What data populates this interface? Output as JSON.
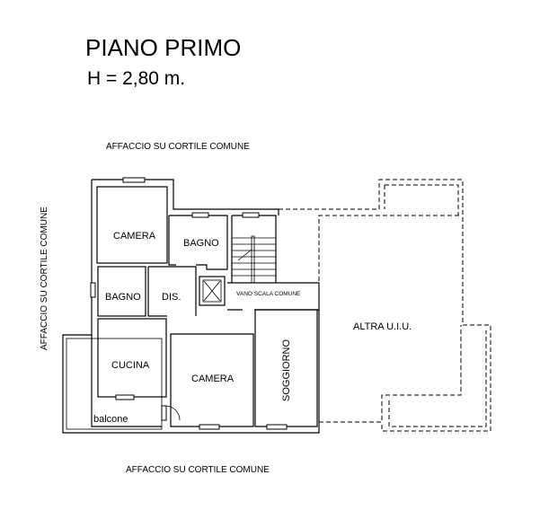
{
  "title": "PIANO PRIMO",
  "height_label": "H = 2,80 m.",
  "orientation_labels": {
    "top": "AFFACCIO SU CORTILE COMUNE",
    "left": "AFFACCIO SU CORTILE COMUNE",
    "bottom": "AFFACCIO SU CORTILE COMUNE"
  },
  "rooms": {
    "camera_top": "CAMERA",
    "bagno_top": "BAGNO",
    "bagno_left": "BAGNO",
    "dis": "DIS.",
    "vano_scala": "VANO SCALA COMUNE",
    "cucina": "CUCINA",
    "camera_bottom": "CAMERA",
    "soggiorno": "SOGGIORNO",
    "altra_uiu": "ALTRA U.I.U.",
    "balcone": "balcone"
  }
}
